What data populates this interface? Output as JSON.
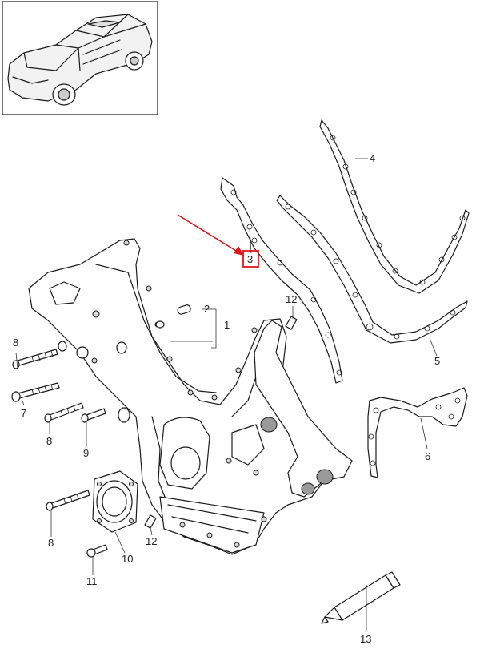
{
  "diagram": {
    "callouts": [
      {
        "id": "c1",
        "label": "1"
      },
      {
        "id": "c2",
        "label": "2"
      },
      {
        "id": "c3",
        "label": "3"
      },
      {
        "id": "c4",
        "label": "4"
      },
      {
        "id": "c5",
        "label": "5"
      },
      {
        "id": "c6",
        "label": "6"
      },
      {
        "id": "c7",
        "label": "7"
      },
      {
        "id": "c8a",
        "label": "8"
      },
      {
        "id": "c8b",
        "label": "8"
      },
      {
        "id": "c8c",
        "label": "8"
      },
      {
        "id": "c9",
        "label": "9"
      },
      {
        "id": "c10",
        "label": "10"
      },
      {
        "id": "c11",
        "label": "11"
      },
      {
        "id": "c12a",
        "label": "12"
      },
      {
        "id": "c12b",
        "label": "12"
      },
      {
        "id": "c13",
        "label": "13"
      }
    ],
    "highlight": {
      "label": "3",
      "color": "#e3161b"
    },
    "colors": {
      "line": "#1a1a1a",
      "highlight": "#e3161b"
    }
  }
}
